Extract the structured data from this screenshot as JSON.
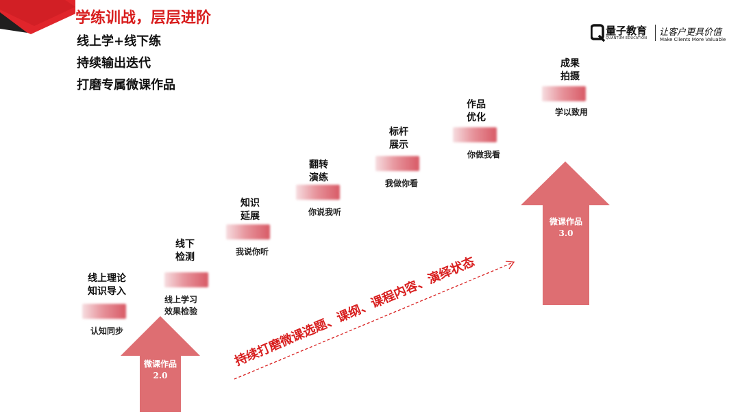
{
  "header": {
    "title": "学练训战，层层进阶",
    "lines": [
      "线上学+线下练",
      "持续输出迭代",
      "打磨专属微课作品"
    ]
  },
  "logo": {
    "name": "量子教育",
    "name_en": "QUANTUM EDUCATION",
    "slogan": "让客户更具价值",
    "slogan_en": "Make Clients More Valuable"
  },
  "steps": [
    {
      "label": "线上理论\n知识导入",
      "note": "认知同步"
    },
    {
      "label": "线下\n检测",
      "note": "线上学习\n效果检验"
    },
    {
      "label": "知识\n延展",
      "note": "我说你听"
    },
    {
      "label": "翻转\n演练",
      "note": "你说我听"
    },
    {
      "label": "标杆\n展示",
      "note": "我做你看"
    },
    {
      "label": "作品\n优化",
      "note": "你做我看"
    },
    {
      "label": "成果\n拍摄",
      "note": "学以致用"
    }
  ],
  "arrows": {
    "left": "微课作品\n2.0",
    "right": "微课作品\n3.0"
  },
  "diagonal_text": "持续打磨微课选题、课纲、课程内容、演绎状态",
  "colors": {
    "accent_red": "#d81e1e",
    "arrow_fill": "#de6e72",
    "corner_dark": "#1f1f1f"
  }
}
